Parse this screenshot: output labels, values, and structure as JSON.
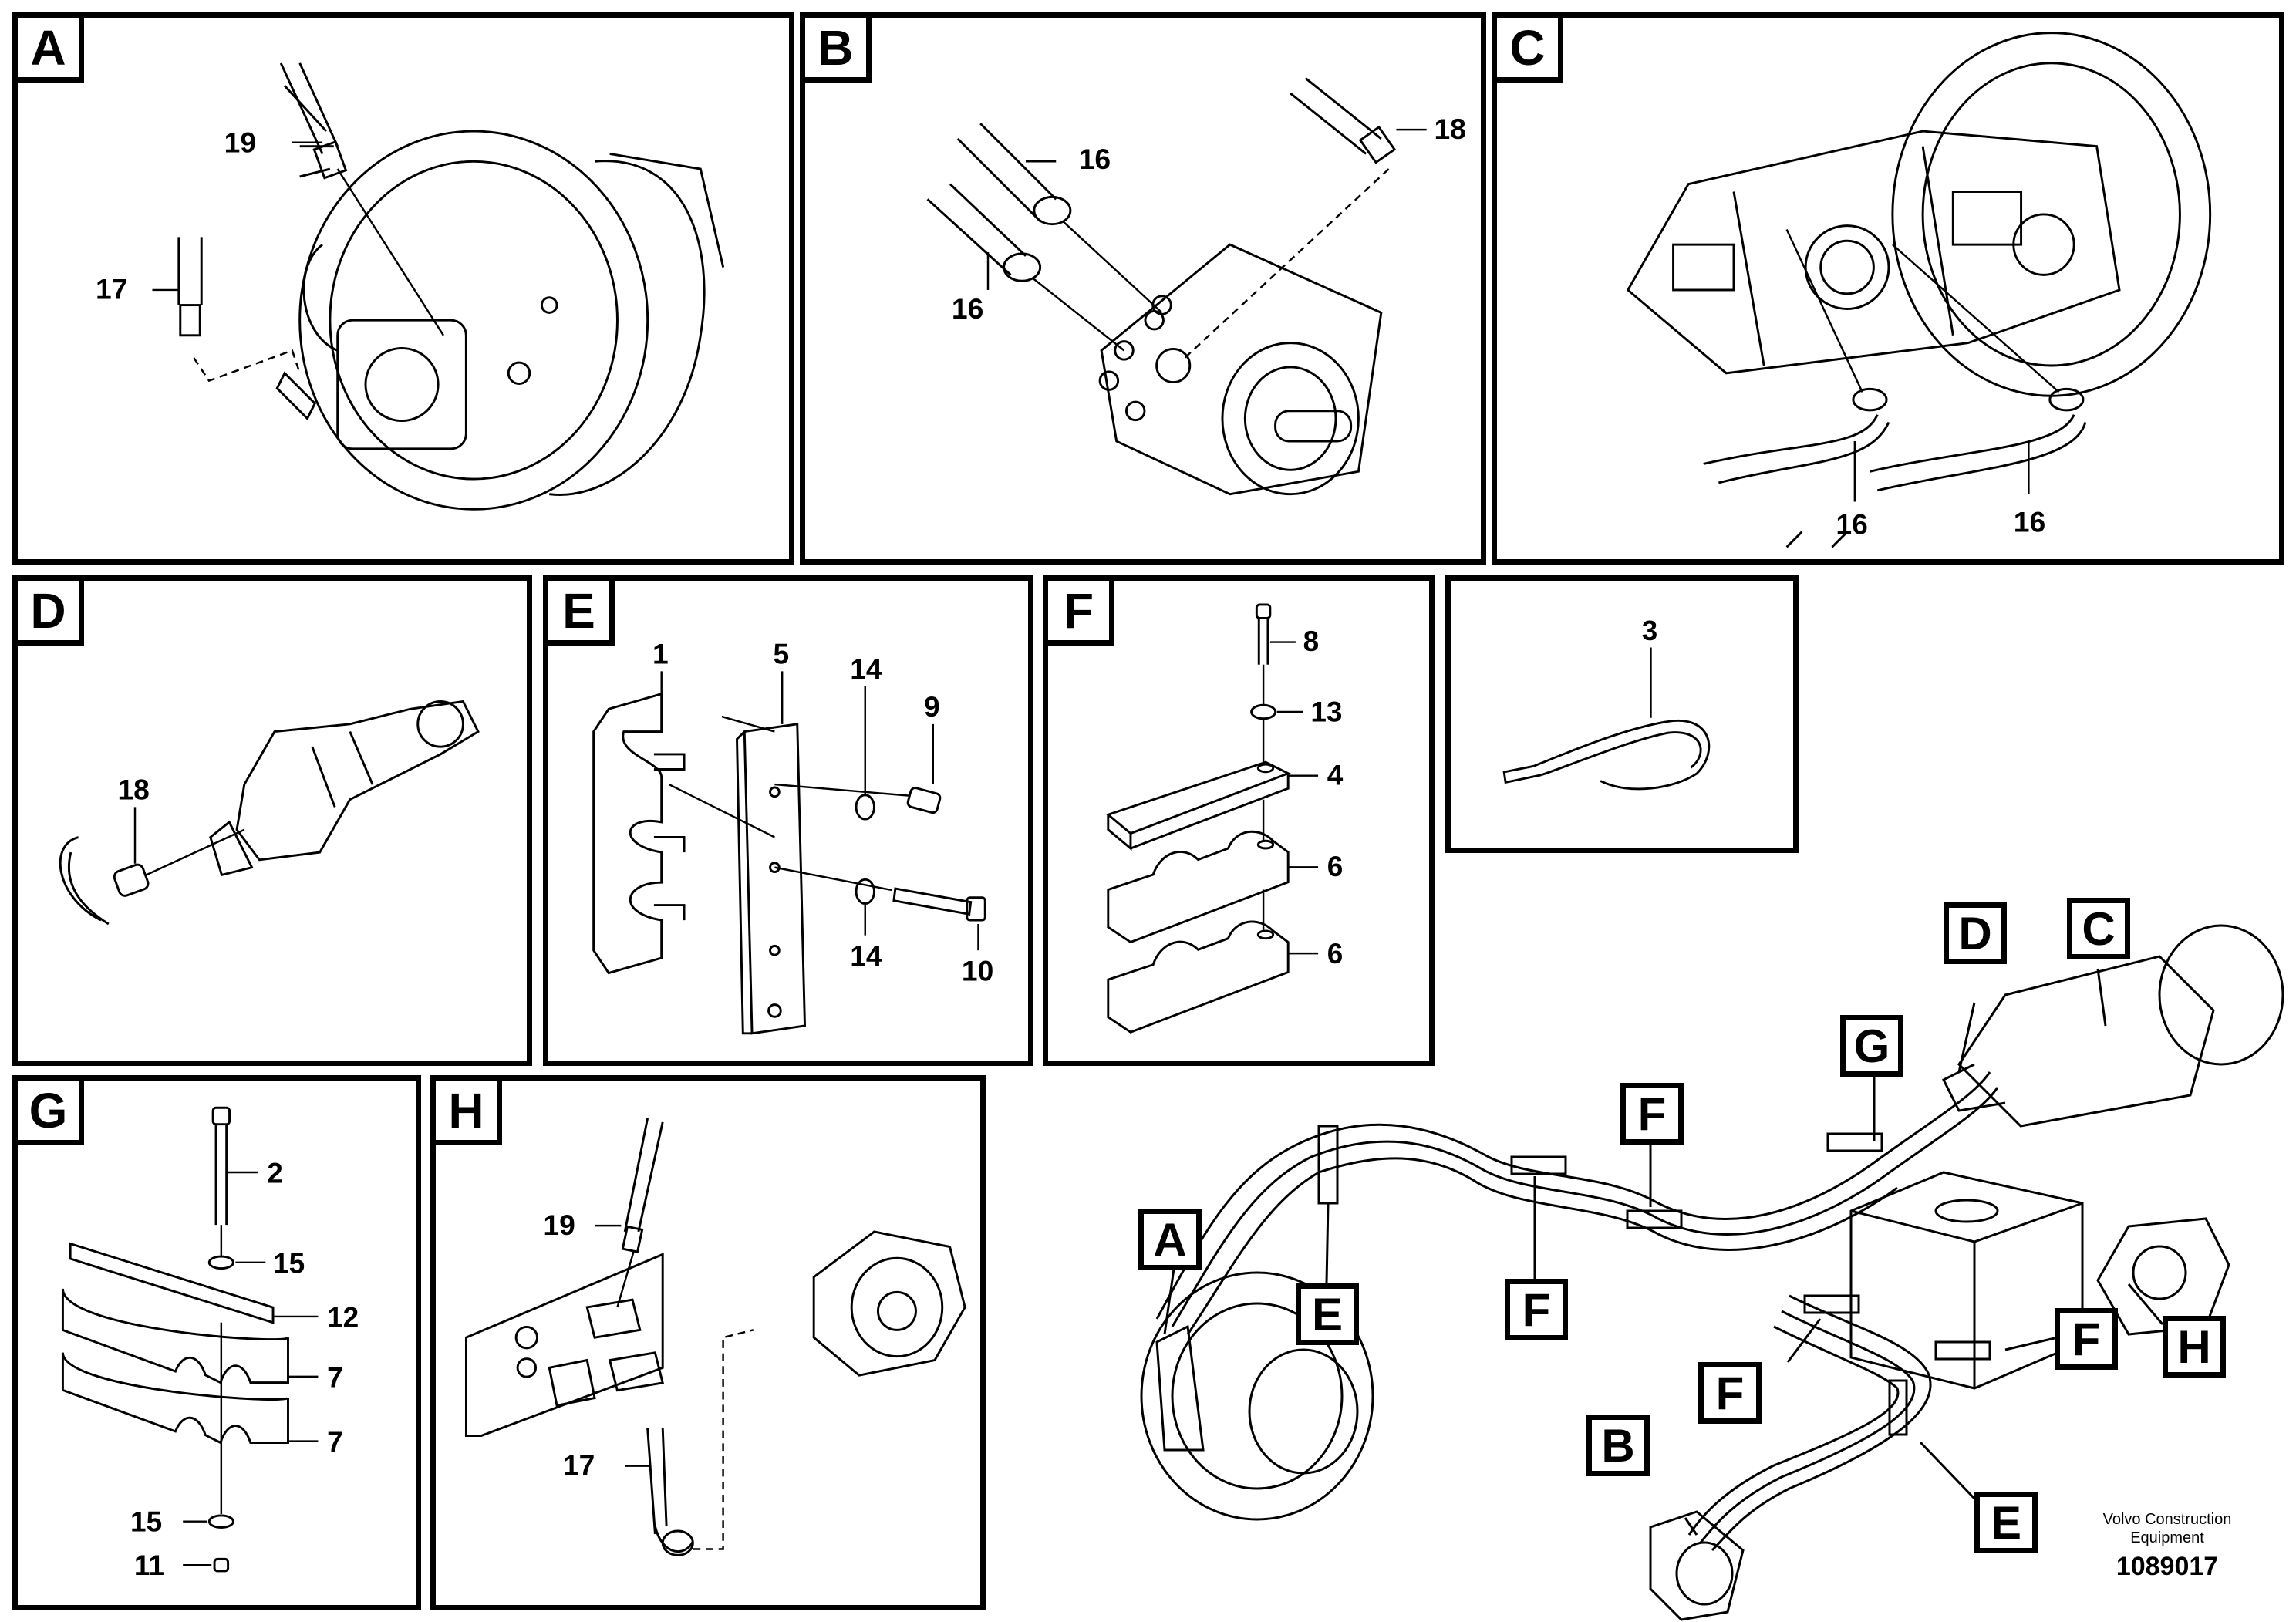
{
  "panels": {
    "A": {
      "tag": "A",
      "labels": {
        "l1": "19",
        "l2": "17"
      }
    },
    "B": {
      "tag": "B",
      "labels": {
        "l1": "16",
        "l2": "16",
        "l3": "18"
      }
    },
    "C": {
      "tag": "C",
      "labels": {
        "l1": "16",
        "l2": "16"
      }
    },
    "D": {
      "tag": "D",
      "labels": {
        "l1": "18"
      }
    },
    "E": {
      "tag": "E",
      "labels": {
        "l1": "1",
        "l2": "5",
        "l3": "14",
        "l4": "9",
        "l5": "14",
        "l6": "10"
      }
    },
    "F": {
      "tag": "F",
      "labels": {
        "l1": "8",
        "l2": "13",
        "l3": "4",
        "l4": "6",
        "l5": "6"
      }
    },
    "tie": {
      "labels": {
        "l1": "3"
      }
    },
    "G": {
      "tag": "G",
      "labels": {
        "l1": "2",
        "l2": "15",
        "l3": "12",
        "l4": "7",
        "l5": "7",
        "l6": "15",
        "l7": "11"
      }
    },
    "H": {
      "tag": "H",
      "labels": {
        "l1": "19",
        "l2": "17"
      }
    }
  },
  "overview": {
    "callouts": {
      "a": "A",
      "b": "B",
      "c": "C",
      "d": "D",
      "e1": "E",
      "e2": "E",
      "f1": "F",
      "f2": "F",
      "f3": "F",
      "f4": "F",
      "g": "G",
      "h": "H"
    }
  },
  "footer": {
    "company_line1": "Volvo Construction",
    "company_line2": "Equipment",
    "drawing_number": "1089017"
  }
}
